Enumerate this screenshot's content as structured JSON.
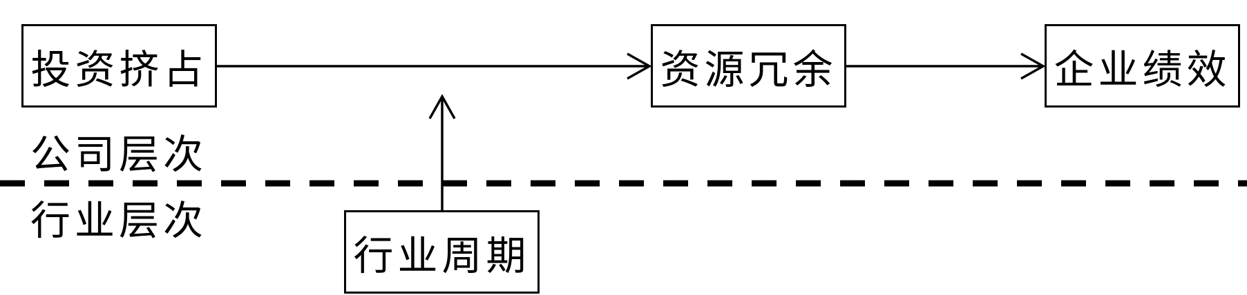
{
  "nodes": {
    "investment_crowding": "投资挤占",
    "resource_redundancy": "资源冗余",
    "firm_performance": "企业绩效",
    "industry_cycle": "行业周期"
  },
  "levels": {
    "firm": "公司层次",
    "industry": "行业层次"
  }
}
